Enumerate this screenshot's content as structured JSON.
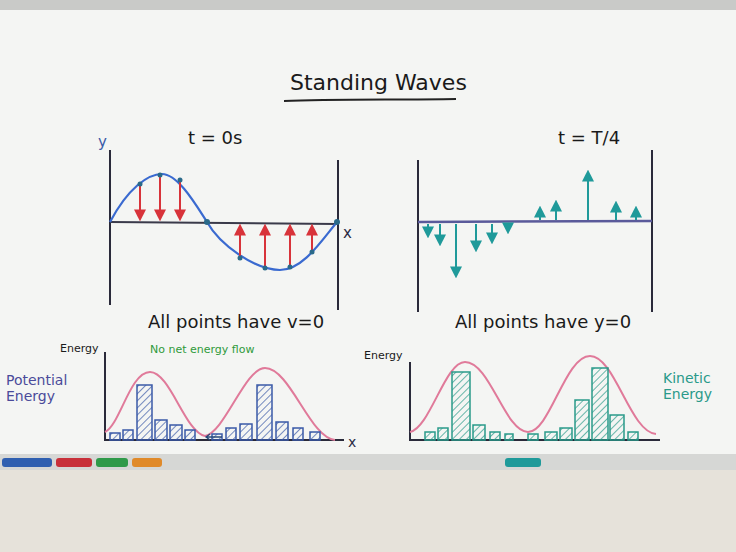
{
  "diagram": {
    "title": "Standing Waves",
    "labels": [
      "t = 0s",
      "y",
      "x",
      "t = T/4",
      "All points have v=0",
      "All points have y=0",
      "Energy",
      "No net energy flow",
      "Potential Energy",
      "x",
      "Energy",
      "Kinetic Energy"
    ]
  }
}
